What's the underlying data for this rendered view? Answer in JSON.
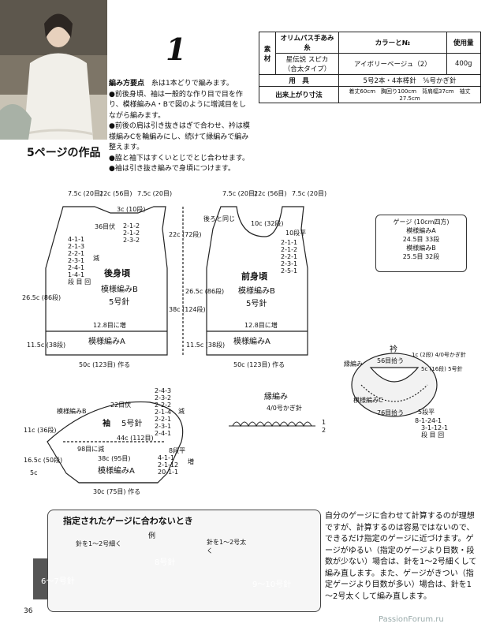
{
  "page": {
    "page_number": "36",
    "watermark": "PassionForum.ru"
  },
  "header": {
    "project_number": "1",
    "work_label": "5ページの作品"
  },
  "spec_table": {
    "yarn_head": "オリムパス手あみ糸",
    "color_head": "カラーと№",
    "amount_head": "使用量",
    "material_label": "素材",
    "yarn_name": "星伝説 スピカ",
    "yarn_type": "（合太タイプ）",
    "color_value": "アイボリーベージュ（2）",
    "amount_value": "400g",
    "tools_label": "用　具",
    "tools_value": "5号2本・4本棒針　⅚号かぎ針",
    "finished_label": "出来上がり寸法",
    "finished_value": "着丈60cm　胸回り100cm　背肩幅37cm　袖丈27.5cm"
  },
  "notes": {
    "heading": "編み方要点",
    "intro": "糸は1本どりで編みます。",
    "items": [
      "●前後身頃、袖は一般的な作り目で目を作り、模様編みA・Bで図のように増減目をしながら編みます。",
      "●前後の肩は引き抜きはぎで合わせ、衿は模様編みCを輪編みにし、続けて縁編みで編み整えます。",
      "●脇と袖下はすくいとじでとじ合わせます。",
      "●袖は引き抜き編みで身頃につけます。"
    ]
  },
  "back": {
    "title": "後身頃",
    "pattern_b": "模様編みB",
    "needle": "5号針",
    "shoulder_l": "7.5c (20目)",
    "neck_w": "22c (56目)",
    "shoulder_r": "7.5c (20目)",
    "neck_depth": "3c (10段)",
    "neck_dec": "36目伏",
    "neck_seq": [
      "2-1-2",
      "2-1-2",
      "2-3-2"
    ],
    "arm_seq": [
      "4-1-1",
      "2-1-3",
      "2-2-1",
      "2-3-1",
      "2-4-1",
      "1-4-1",
      "段 目 回"
    ],
    "arm_dec": "減",
    "side_h": "26.5c (86段)",
    "inc_note": "12.8目に増",
    "pattern_a": "模様編みA",
    "rib_h": "11.5c (38段)",
    "cast_on": "50c (123目) 作る"
  },
  "front": {
    "title": "前身頃",
    "pattern_b": "模様編みB",
    "needle": "5号針",
    "shoulder_l": "7.5c (20目)",
    "neck_w": "22c (56目)",
    "shoulder_r": "7.5c (20目)",
    "same_note": "後ろと同じ",
    "neck_dec": "10c (32段)",
    "neck_mid": "10段平",
    "neck_seq": [
      "2-1-1",
      "2-1-2",
      "2-2-1",
      "2-3-1",
      "2-5-1"
    ],
    "center_h": "22c (72段)",
    "body_h": "38c (124段)",
    "side_h": "26.5c (86段)",
    "inc_note": "12.8目に増",
    "pattern_a": "模様編みA",
    "rib_h": "11.5c (38段)",
    "cast_on": "50c (123目) 作る"
  },
  "gauge": {
    "title": "ゲージ (10cm四方)",
    "a_label": "模様編みA",
    "a_value": "24.5目 33段",
    "b_label": "模様編みB",
    "b_value": "25.5目 32段"
  },
  "collar": {
    "title": "衿",
    "edge_label": "縁編み",
    "top_stitches": "56目拾う",
    "edge_note": "1c (2段) 4/0号かぎ針",
    "side_note": "5c (16段) 5号針",
    "pattern_c": "模様編みC",
    "bottom_stitches": "76目拾う",
    "rows_flat": "5段平",
    "seq": "8-1-24-1",
    "seq2": "3-1-12-1",
    "seq_labels": "段 目 回"
  },
  "edging": {
    "title": "縁編み",
    "hook": "4/0号かぎ針",
    "arrow_1": "1",
    "arrow_2": "2"
  },
  "sleeve": {
    "pattern_b": "模様編みB",
    "top_dec": "22目伏",
    "title": "袖",
    "needle": "5号針",
    "cap_seq": [
      "2-4-3",
      "2-3-2",
      "2-2-2",
      "2-1-4",
      "2-2-1",
      "2-3-1",
      "2-4-1"
    ],
    "cap_dec": "減",
    "cap_h": "11c (36段)",
    "width": "44c (112目)",
    "underarm": "98目に減",
    "sleeve_h": "16.5c (50段)",
    "inc_seq": [
      "8段平",
      "4-1-1",
      "2-1-12",
      "20-1-1"
    ],
    "inc_label": "増",
    "lower_w": "38c (95目)",
    "pattern_a": "模様編みA",
    "cast_on": "30c (75目) 作る",
    "top_h": "5c"
  },
  "gauge_tip": {
    "title": "指定されたゲージに合わないとき",
    "center_label": "8号針",
    "left_label": "6～7号針",
    "left_note": "針を1～2号細く",
    "right_label": "9～10号針",
    "right_note": "針を1～2号太く",
    "example": "例",
    "text": "自分のゲージに合わせて計算するのが理想ですが、計算するのは容易ではないので、できるだけ指定のゲージに近づけます。ゲージがゆるい（指定のゲージより目数・段数が少ない）場合は、針を1～2号細くして編み直します。また、ゲージがきつい（指定ゲージより目数が多い）場合は、針を1～2号太くして編み直します。"
  }
}
